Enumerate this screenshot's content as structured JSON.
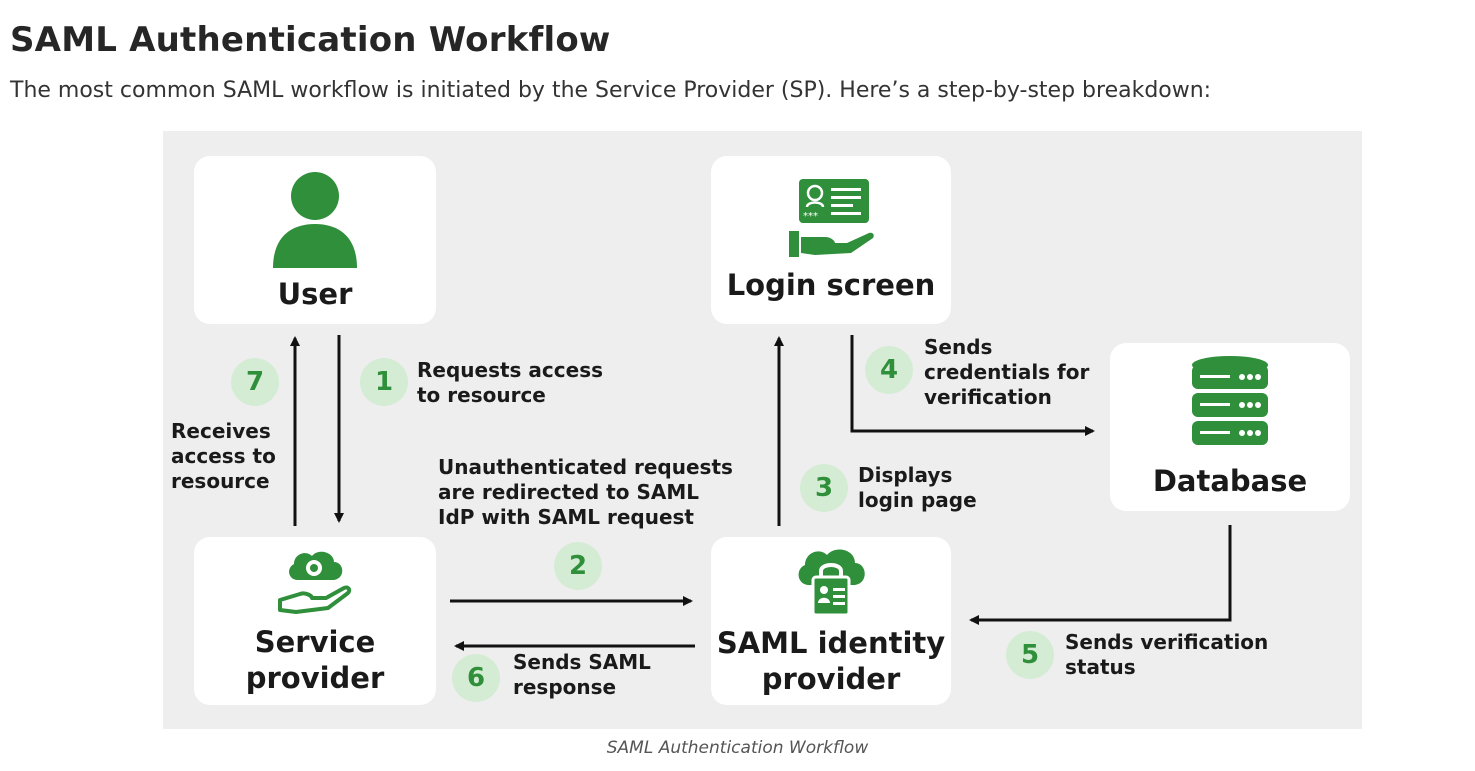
{
  "page": {
    "title": "SAML Authentication Workflow",
    "intro": "The most common SAML workflow is initiated by the Service Provider (SP). Here’s a step-by-step breakdown:",
    "caption": "SAML Authentication Workflow"
  },
  "diagram": {
    "nodes": {
      "user": {
        "label": "User",
        "icon": "user-icon"
      },
      "login_screen": {
        "label": "Login screen",
        "icon": "id-card-hand-icon"
      },
      "database": {
        "label": "Database",
        "icon": "database-icon"
      },
      "service_provider": {
        "label": "Service\nprovider",
        "icon": "cloud-gear-hand-icon"
      },
      "identity_provider": {
        "label": "SAML identity\nprovider",
        "icon": "cloud-lock-icon"
      }
    },
    "steps": [
      {
        "number": "1",
        "text": "Requests access\nto resource"
      },
      {
        "number": "2",
        "text": "Unauthenticated requests\nare redirected to SAML\nIdP with SAML request"
      },
      {
        "number": "3",
        "text": "Displays\nlogin page"
      },
      {
        "number": "4",
        "text": "Sends\ncredentials for\nverification"
      },
      {
        "number": "5",
        "text": "Sends verification\nstatus"
      },
      {
        "number": "6",
        "text": "Sends SAML\nresponse"
      },
      {
        "number": "7",
        "text": "Receives\naccess to\nresource"
      }
    ],
    "colors": {
      "accent": "#2f8f3a",
      "badge": "#d4ecd4",
      "background": "#eeeeee"
    }
  }
}
